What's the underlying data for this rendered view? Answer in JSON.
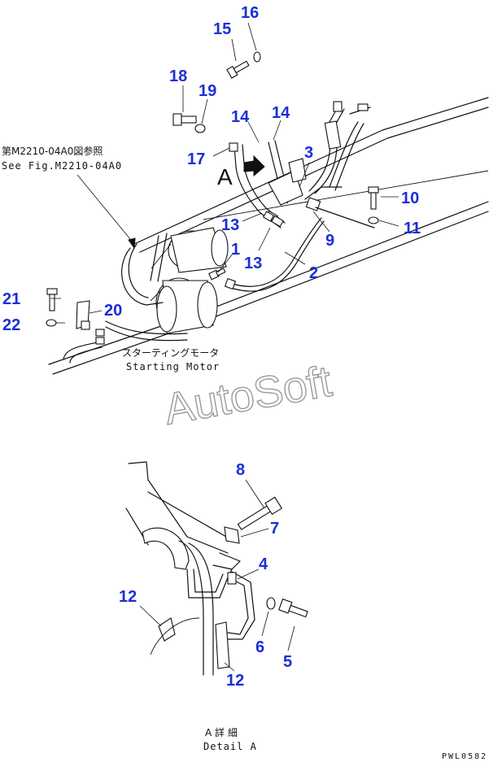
{
  "reference_note": {
    "jp": "第M2210-04A0図参照",
    "en": "See Fig.M2210-04A0"
  },
  "starting_motor_label": {
    "jp": "スターティングモータ",
    "en": "Starting Motor"
  },
  "watermark": "AutoSoft",
  "view_marker": "A",
  "detail_label": {
    "jp": "A 詳 細",
    "en": "Detail A"
  },
  "drawing_code": "PWL0582",
  "callouts": {
    "c16": "16",
    "c15": "15",
    "c18": "18",
    "c19": "19",
    "c14a": "14",
    "c14b": "14",
    "c17": "17",
    "c3": "3",
    "c10": "10",
    "c11": "11",
    "c9": "9",
    "c13a": "13",
    "c13b": "13",
    "c1": "1",
    "c2": "2",
    "c21": "21",
    "c20": "20",
    "c22": "22",
    "c8": "8",
    "c7": "7",
    "c4": "4",
    "c12a": "12",
    "c6": "6",
    "c5": "5",
    "c12b": "12"
  },
  "colors": {
    "callout": "#1a2fd6",
    "line": "#111111",
    "watermark": "#9a9a9a"
  }
}
